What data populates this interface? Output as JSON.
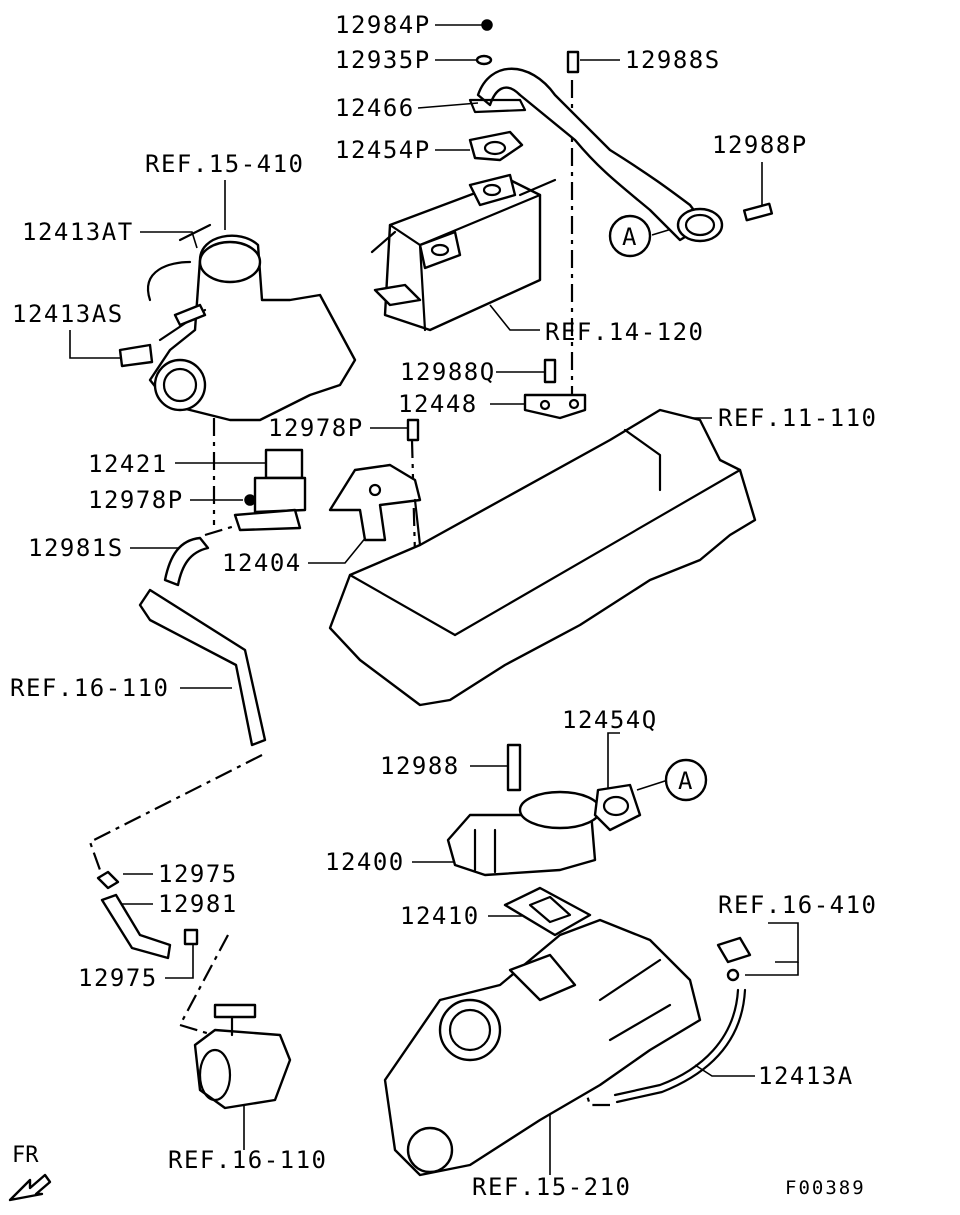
{
  "diagram": {
    "figure_code": "F00389",
    "direction_label": "FR",
    "callout_marker": "A",
    "labels": {
      "p12984P": "12984P",
      "p12935P": "12935P",
      "p12988S": "12988S",
      "p12466": "12466",
      "p12454P": "12454P",
      "p12988P": "12988P",
      "ref15_410": "REF.15-410",
      "p12413AT": "12413AT",
      "p12413AS": "12413AS",
      "ref14_120": "REF.14-120",
      "p12988Q": "12988Q",
      "p12448": "12448",
      "ref11_110": "REF.11-110",
      "p12978P_top": "12978P",
      "p12421": "12421",
      "p12978P_mid": "12978P",
      "p12981S": "12981S",
      "p12404": "12404",
      "ref16_110_top": "REF.16-110",
      "p12454Q": "12454Q",
      "p12988": "12988",
      "p12400": "12400",
      "p12975_top": "12975",
      "p12981": "12981",
      "p12975_bottom": "12975",
      "p12410": "12410",
      "ref16_410": "REF.16-410",
      "p12413A": "12413A",
      "ref16_110_bottom": "REF.16-110",
      "ref15_210": "REF.15-210"
    }
  }
}
